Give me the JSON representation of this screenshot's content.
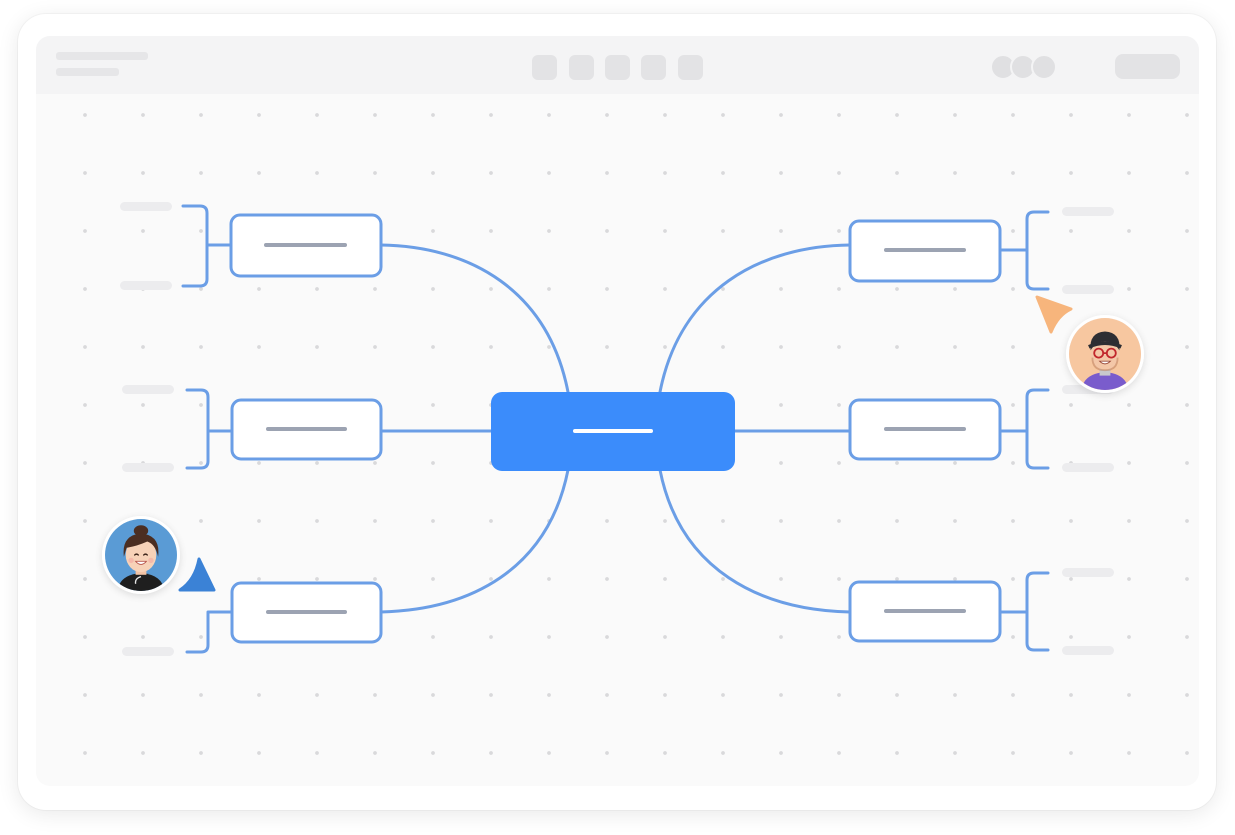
{
  "board": {
    "title": "",
    "collaborators": [
      "",
      "",
      ""
    ],
    "share_label": ""
  },
  "mind_map": {
    "central_node": {
      "label": ""
    },
    "branches": [
      {
        "side": "left",
        "label": "",
        "sub_items": [
          "",
          ""
        ]
      },
      {
        "side": "left",
        "label": "",
        "sub_items": [
          "",
          ""
        ]
      },
      {
        "side": "left",
        "label": "",
        "sub_items": [
          "",
          ""
        ]
      },
      {
        "side": "right",
        "label": "",
        "sub_items": [
          "",
          ""
        ]
      },
      {
        "side": "right",
        "label": "",
        "sub_items": [
          "",
          ""
        ]
      },
      {
        "side": "right",
        "label": "",
        "sub_items": [
          "",
          ""
        ]
      }
    ]
  },
  "cursors": [
    {
      "user": "",
      "icon": "pointer-cursor-icon",
      "color": "#3b82d6"
    },
    {
      "user": "",
      "icon": "pointer-cursor-icon",
      "color": "#f7b57c"
    }
  ],
  "colors": {
    "central_node": "#3b8cfb",
    "branch_line": "#6b9ee6",
    "node_fill": "#ffffff",
    "text_placeholder": "#9ca3b2",
    "sub_item_placeholder": "#ececee",
    "canvas_background": "#fafafa"
  }
}
